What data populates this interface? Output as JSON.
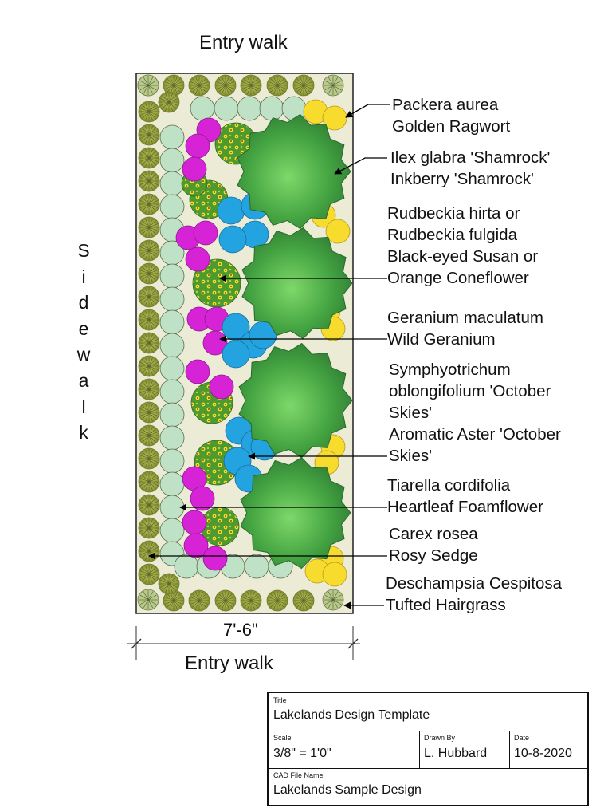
{
  "labels": {
    "entry_walk_top": "Entry walk",
    "entry_walk_bottom": "Entry walk",
    "sidewalk_letters": [
      "S",
      "i",
      "d",
      "e",
      "w",
      "a",
      "l",
      "k"
    ],
    "dimension": "7'-6\""
  },
  "plants": [
    {
      "lines": [
        "Packera aurea",
        "Golden Ragwort"
      ]
    },
    {
      "lines": [
        "Ilex glabra 'Shamrock'",
        "Inkberry 'Shamrock'"
      ]
    },
    {
      "lines": [
        "Rudbeckia hirta or",
        "Rudbeckia fulgida",
        "Black-eyed Susan or",
        "Orange Coneflower"
      ]
    },
    {
      "lines": [
        "Geranium maculatum",
        "Wild Geranium"
      ]
    },
    {
      "lines": [
        "Symphyotrichum",
        "oblongifolium 'October",
        "Skies'",
        "Aromatic Aster 'October",
        "Skies'"
      ]
    },
    {
      "lines": [
        "Tiarella cordifolia",
        "Heartleaf Foamflower"
      ]
    },
    {
      "lines": [
        "Carex rosea",
        "Rosy Sedge"
      ]
    },
    {
      "lines": [
        "Deschampsia Cespitosa",
        "Tufted Hairgrass"
      ]
    }
  ],
  "title_block": {
    "title_caption": "Title",
    "title": "Lakelands Design Template",
    "scale_caption": "Scale",
    "scale": "3/8\" = 1'0\"",
    "drawn_caption": "Drawn By",
    "drawn_by": "L. Hubbard",
    "date_caption": "Date",
    "date": "10-8-2020",
    "file_caption": "CAD File Name",
    "file_name": "Lakelands Sample Design"
  },
  "colors": {
    "bed": "#ecebd6",
    "sedge": "#a6b04a",
    "foamflower": "#bfe2c6",
    "geranium": "#d623d6",
    "aster": "#23a4e0",
    "ragwort": "#f7dc2e",
    "rudbeckia": "#4f9a2e",
    "inkberry": "#4fab4a"
  }
}
